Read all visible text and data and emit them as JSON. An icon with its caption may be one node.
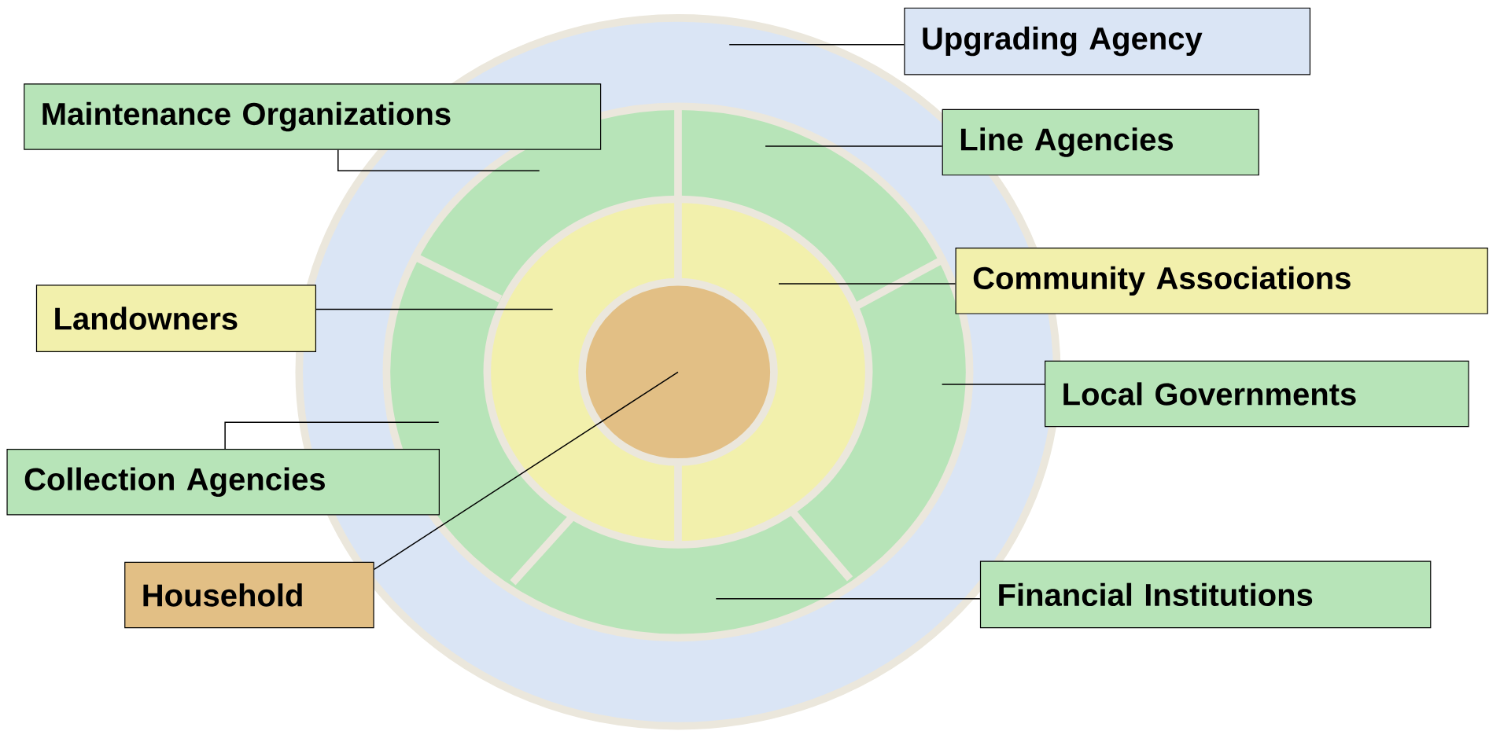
{
  "diagram": {
    "nodes": [
      {
        "text": [
          "Upgrading Agency"
        ]
      },
      {
        "text": [
          "Maintenance Organizations"
        ]
      },
      {
        "text": [
          "Line Agencies"
        ]
      },
      {
        "text": [
          "Community Associations"
        ]
      },
      {
        "text": [
          "Landowners"
        ]
      },
      {
        "text": [
          "Local Governments"
        ]
      },
      {
        "text": [
          "Collection Agencies"
        ]
      },
      {
        "text": [
          "Financial Institutions"
        ]
      },
      {
        "text": [
          "Household"
        ]
      }
    ],
    "edges": [
      {
        "from": 0,
        "to": null,
        "arrow": "none"
      },
      {
        "from": 1,
        "to": null,
        "arrow": "none"
      },
      {
        "from": 2,
        "to": null,
        "arrow": "none"
      },
      {
        "from": 3,
        "to": null,
        "arrow": "none"
      },
      {
        "from": 4,
        "to": null,
        "arrow": "none"
      },
      {
        "from": 5,
        "to": null,
        "arrow": "none"
      },
      {
        "from": 6,
        "to": null,
        "arrow": "none"
      },
      {
        "from": 7,
        "to": null,
        "arrow": "none"
      },
      {
        "from": 8,
        "to": null,
        "arrow": "none"
      }
    ]
  }
}
